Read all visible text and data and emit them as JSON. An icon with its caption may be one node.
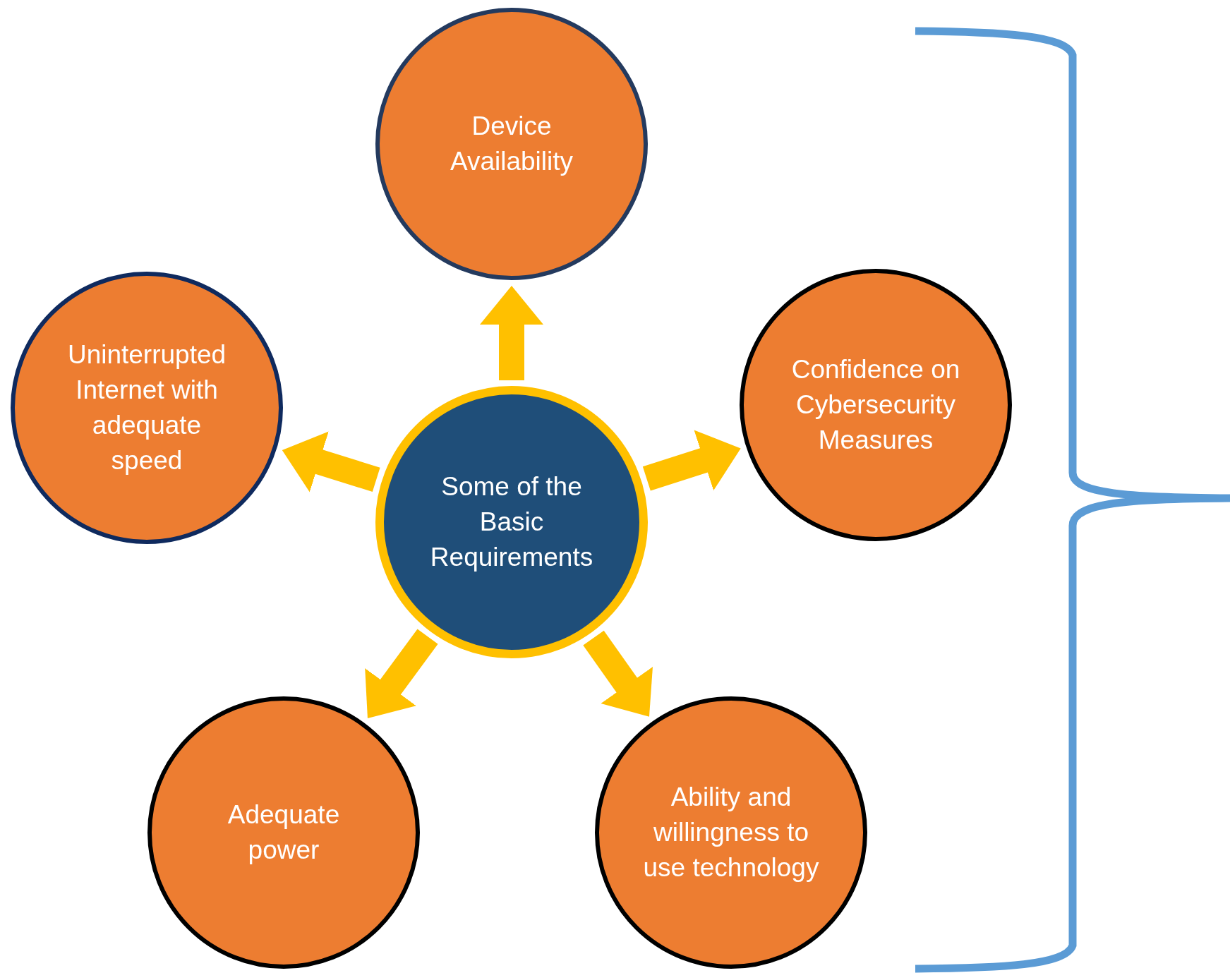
{
  "diagram": {
    "nodes": [
      {
        "text": [
          "Some of the Basic Requirements"
        ]
      },
      {
        "text": [
          "Device Availability"
        ]
      },
      {
        "text": [
          "Uninterrupted Internet with adequate speed"
        ]
      },
      {
        "text": [
          "Confidence on Cybersecurity Measures"
        ]
      },
      {
        "text": [
          "Adequate power"
        ]
      },
      {
        "text": [
          "Ability and willingness to use technology"
        ]
      }
    ],
    "edges": [
      {
        "from": 0,
        "to": 1,
        "arrow": "to"
      },
      {
        "from": 0,
        "to": 2,
        "arrow": "to"
      },
      {
        "from": 0,
        "to": 3,
        "arrow": "to"
      },
      {
        "from": 0,
        "to": 4,
        "arrow": "to"
      },
      {
        "from": 0,
        "to": 5,
        "arrow": "to"
      }
    ]
  }
}
